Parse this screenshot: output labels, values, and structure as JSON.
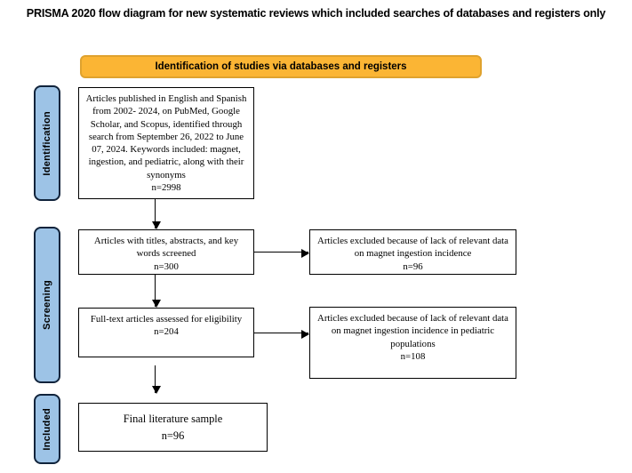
{
  "title": "PRISMA 2020 flow diagram for new systematic reviews which included searches of databases and registers only",
  "banner": {
    "label": "Identification of studies via databases and registers",
    "fill_color": "#FBB534",
    "border_color": "#DFA22E"
  },
  "sidebar": {
    "fill_color": "#9DC3E6",
    "stages": [
      {
        "label": "Identification"
      },
      {
        "label": "Screening"
      },
      {
        "label": "Included"
      }
    ]
  },
  "boxes": {
    "identified": {
      "text": "Articles published in English and Spanish from 2002- 2024, on PubMed, Google Scholar, and Scopus, identified through search from September 26, 2022 to June 07, 2024. Keywords included: magnet, ingestion, and pediatric, along with their synonyms",
      "count": "n=2998"
    },
    "screened": {
      "text": "Articles with titles, abstracts, and key words screened",
      "count": "n=300"
    },
    "excluded_screening": {
      "text": "Articles excluded because of lack of relevant data on magnet ingestion incidence",
      "count": "n=96"
    },
    "full_text": {
      "text": "Full-text articles assessed for eligibility",
      "count": "n=204"
    },
    "excluded_full_text": {
      "text": "Articles excluded because of lack of relevant data on magnet ingestion incidence in pediatric populations",
      "count": "n=108"
    },
    "final": {
      "text": "Final literature sample",
      "count": "n=96"
    }
  }
}
